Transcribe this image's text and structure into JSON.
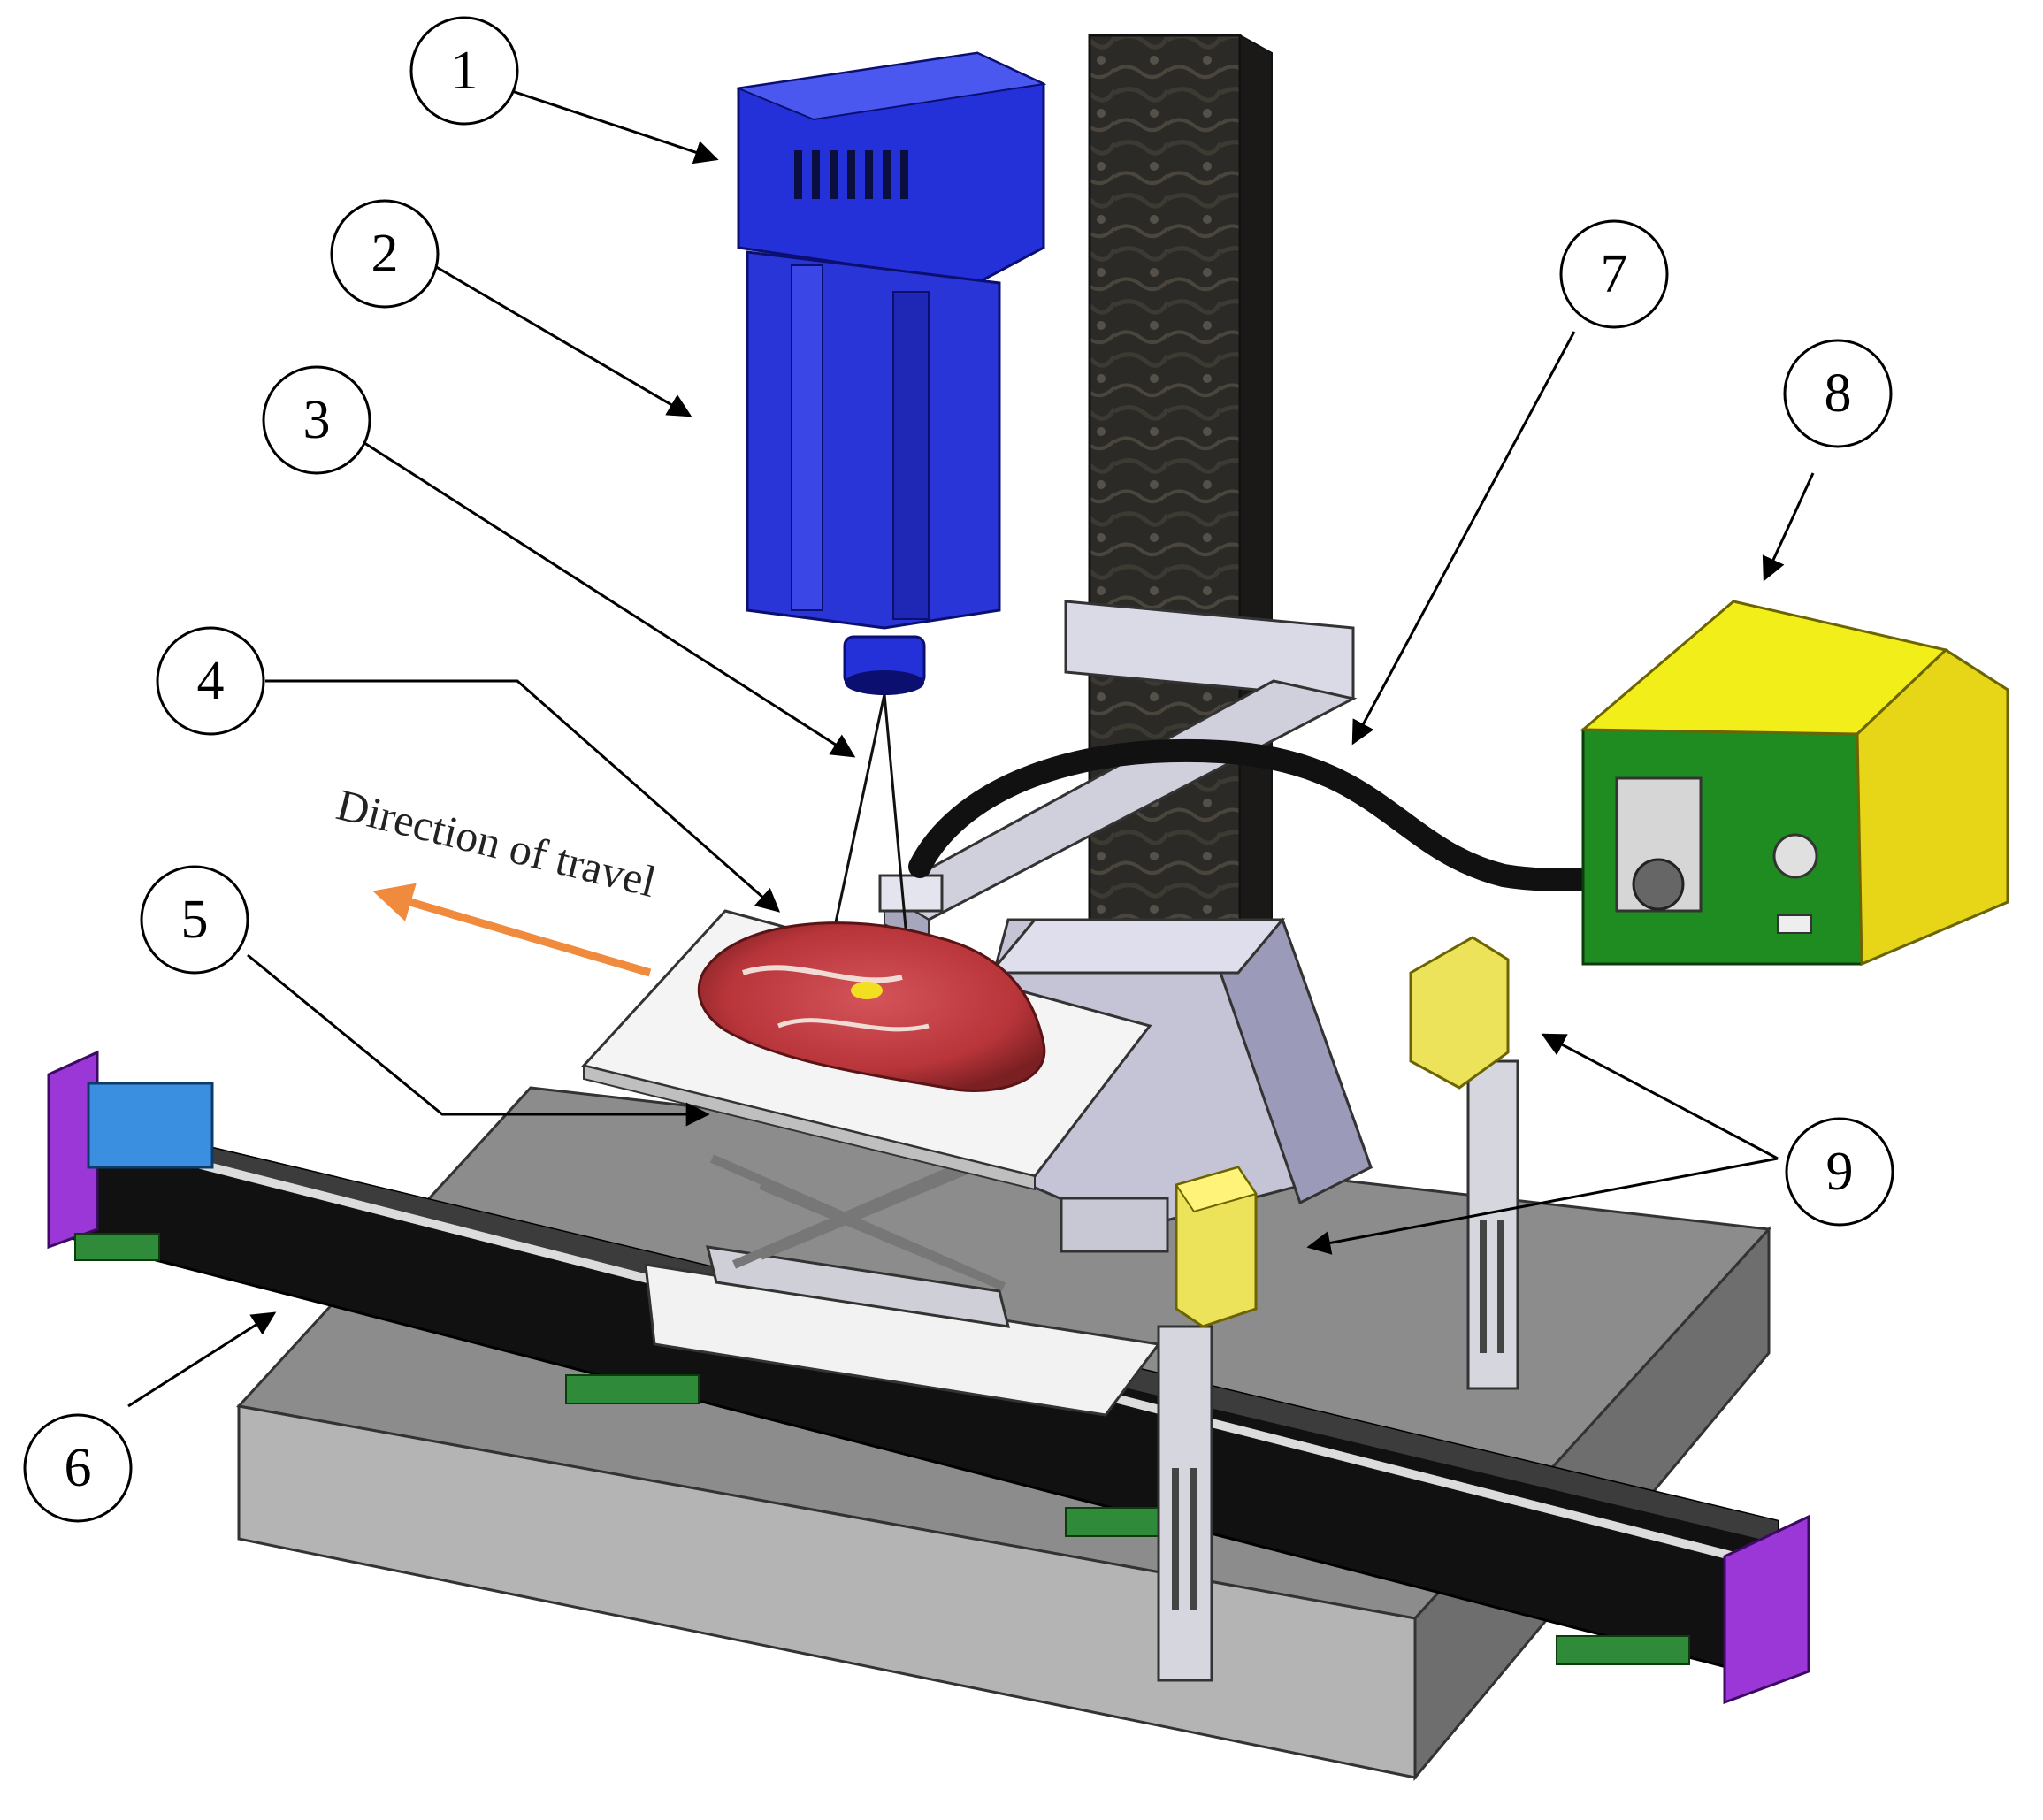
{
  "callouts": [
    {
      "id": "1",
      "text": "1"
    },
    {
      "id": "2",
      "text": "2"
    },
    {
      "id": "3",
      "text": "3"
    },
    {
      "id": "4",
      "text": "4"
    },
    {
      "id": "5",
      "text": "5"
    },
    {
      "id": "6",
      "text": "6"
    },
    {
      "id": "7",
      "text": "7"
    },
    {
      "id": "8",
      "text": "8"
    },
    {
      "id": "9",
      "text": "9"
    }
  ],
  "direction_label": "Direction of travel",
  "colors": {
    "camera_blue": "#2430d8",
    "column_dark": "#2c2a26",
    "light_box_yellow": "#f2ee1a",
    "light_box_green": "#1f8c22",
    "sensor_yellow": "#ede35a",
    "rail_black": "#111111",
    "end_cap_purple": "#9b37d6",
    "motor_blue": "#3a8fe0",
    "base_gray": "#8c8c8c",
    "direction_arrow_orange": "#f08a3c",
    "meat_red": "#b8353a"
  }
}
